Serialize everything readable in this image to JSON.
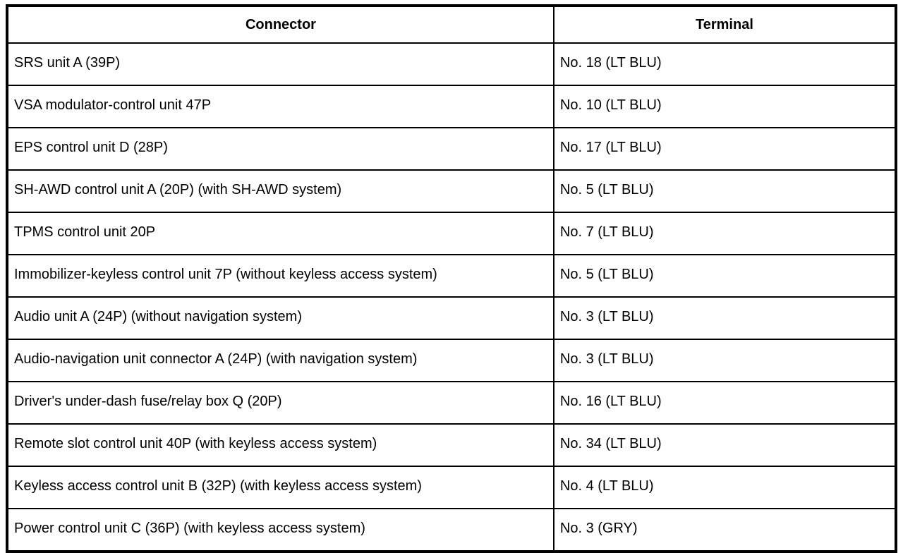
{
  "table": {
    "columns": [
      {
        "key": "connector",
        "label": "Connector"
      },
      {
        "key": "terminal",
        "label": "Terminal"
      }
    ],
    "rows": [
      {
        "connector": "SRS unit A (39P)",
        "terminal": "No. 18 (LT BLU)"
      },
      {
        "connector": "VSA modulator-control unit 47P",
        "terminal": "No. 10 (LT BLU)"
      },
      {
        "connector": "EPS control unit D (28P)",
        "terminal": "No. 17 (LT BLU)"
      },
      {
        "connector": "SH-AWD control unit A (20P) (with SH-AWD system)",
        "terminal": "No. 5 (LT BLU)"
      },
      {
        "connector": "TPMS control unit 20P",
        "terminal": "No. 7 (LT BLU)"
      },
      {
        "connector": "Immobilizer-keyless control unit 7P (without keyless access system)",
        "terminal": "No. 5 (LT BLU)"
      },
      {
        "connector": "Audio unit A (24P) (without navigation system)",
        "terminal": "No. 3 (LT BLU)"
      },
      {
        "connector": "Audio-navigation unit connector A (24P) (with navigation system)",
        "terminal": "No. 3 (LT BLU)"
      },
      {
        "connector": "Driver's under-dash fuse/relay box Q (20P)",
        "terminal": "No. 16 (LT BLU)"
      },
      {
        "connector": "Remote slot control unit 40P (with keyless access system)",
        "terminal": "No. 34 (LT BLU)"
      },
      {
        "connector": "Keyless access control unit B (32P) (with keyless access system)",
        "terminal": "No. 4 (LT BLU)"
      },
      {
        "connector": "Power control unit C (36P) (with keyless access system)",
        "terminal": "No. 3 (GRY)"
      }
    ],
    "colors": {
      "border": "#000000",
      "text": "#000000",
      "background": "#ffffff"
    }
  }
}
